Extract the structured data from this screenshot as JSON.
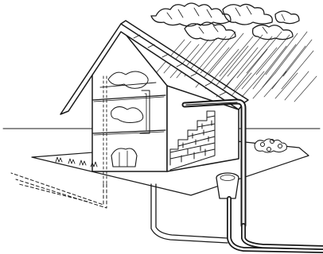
{
  "diagram": {
    "style": "pen-and-ink sketch",
    "parts": [
      "rain-clouds",
      "rain-streaks",
      "house",
      "roof",
      "gutter-downpipe",
      "brick-wall-cutaway",
      "ground-plane",
      "rain-barrel",
      "underground-pipe",
      "buried-dashed-pipe",
      "woodpile"
    ],
    "colors": {
      "ink": "#1a1a1a",
      "paper": "#ffffff",
      "pipe": "#2a2a2a"
    }
  }
}
